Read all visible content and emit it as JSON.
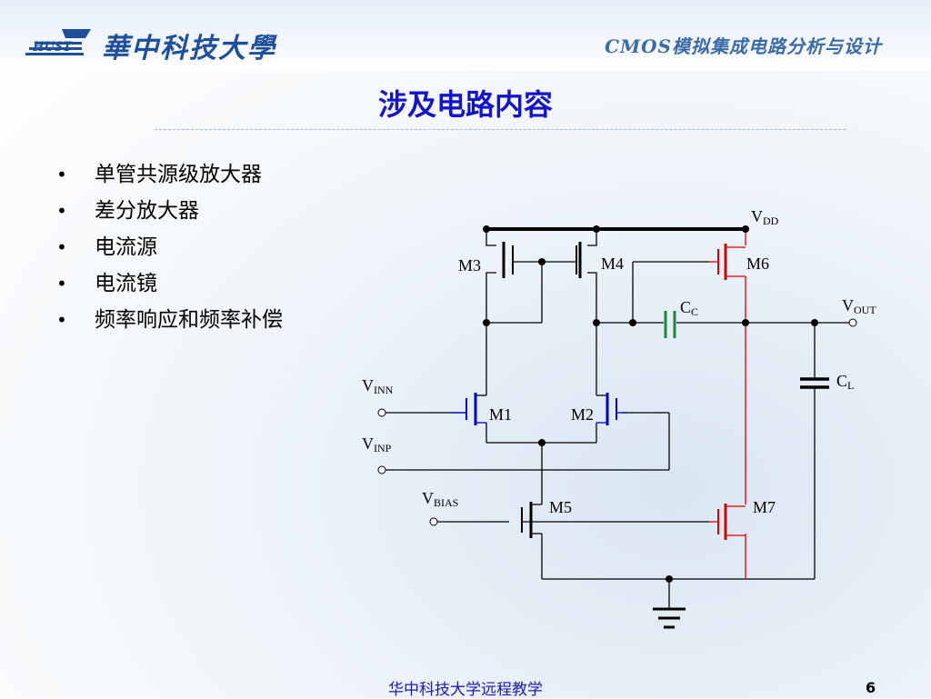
{
  "header": {
    "logo_text": "HUST",
    "school_name": "華中科技大學",
    "course_title": "CMOS模拟集成电路分析与设计"
  },
  "slide": {
    "title": "涉及电路内容",
    "bullets": [
      "单管共源级放大器",
      "差分放大器",
      "电流源",
      "电流镜",
      "频率响应和频率补偿"
    ],
    "bullet_symbol": "•"
  },
  "circuit": {
    "labels": {
      "vdd": "V",
      "vdd_sub": "DD",
      "vout": "V",
      "vout_sub": "OUT",
      "vinn": "V",
      "vinn_sub": "INN",
      "vinp": "V",
      "vinp_sub": "INP",
      "vbias": "V",
      "vbias_sub": "BIAS",
      "cc": "C",
      "cc_sub": "C",
      "cl": "C",
      "cl_sub": "L",
      "m1": "M1",
      "m2": "M2",
      "m3": "M3",
      "m4": "M4",
      "m5": "M5",
      "m6": "M6",
      "m7": "M7"
    },
    "colors": {
      "wire": "#000000",
      "input_pair": "#0000cc",
      "output_stage": "#e00000",
      "compensation_cap": "#1a8a3a",
      "load_cap": "#000000"
    }
  },
  "footer": {
    "text": "华中科技大学远程教学",
    "page_number": "6"
  }
}
